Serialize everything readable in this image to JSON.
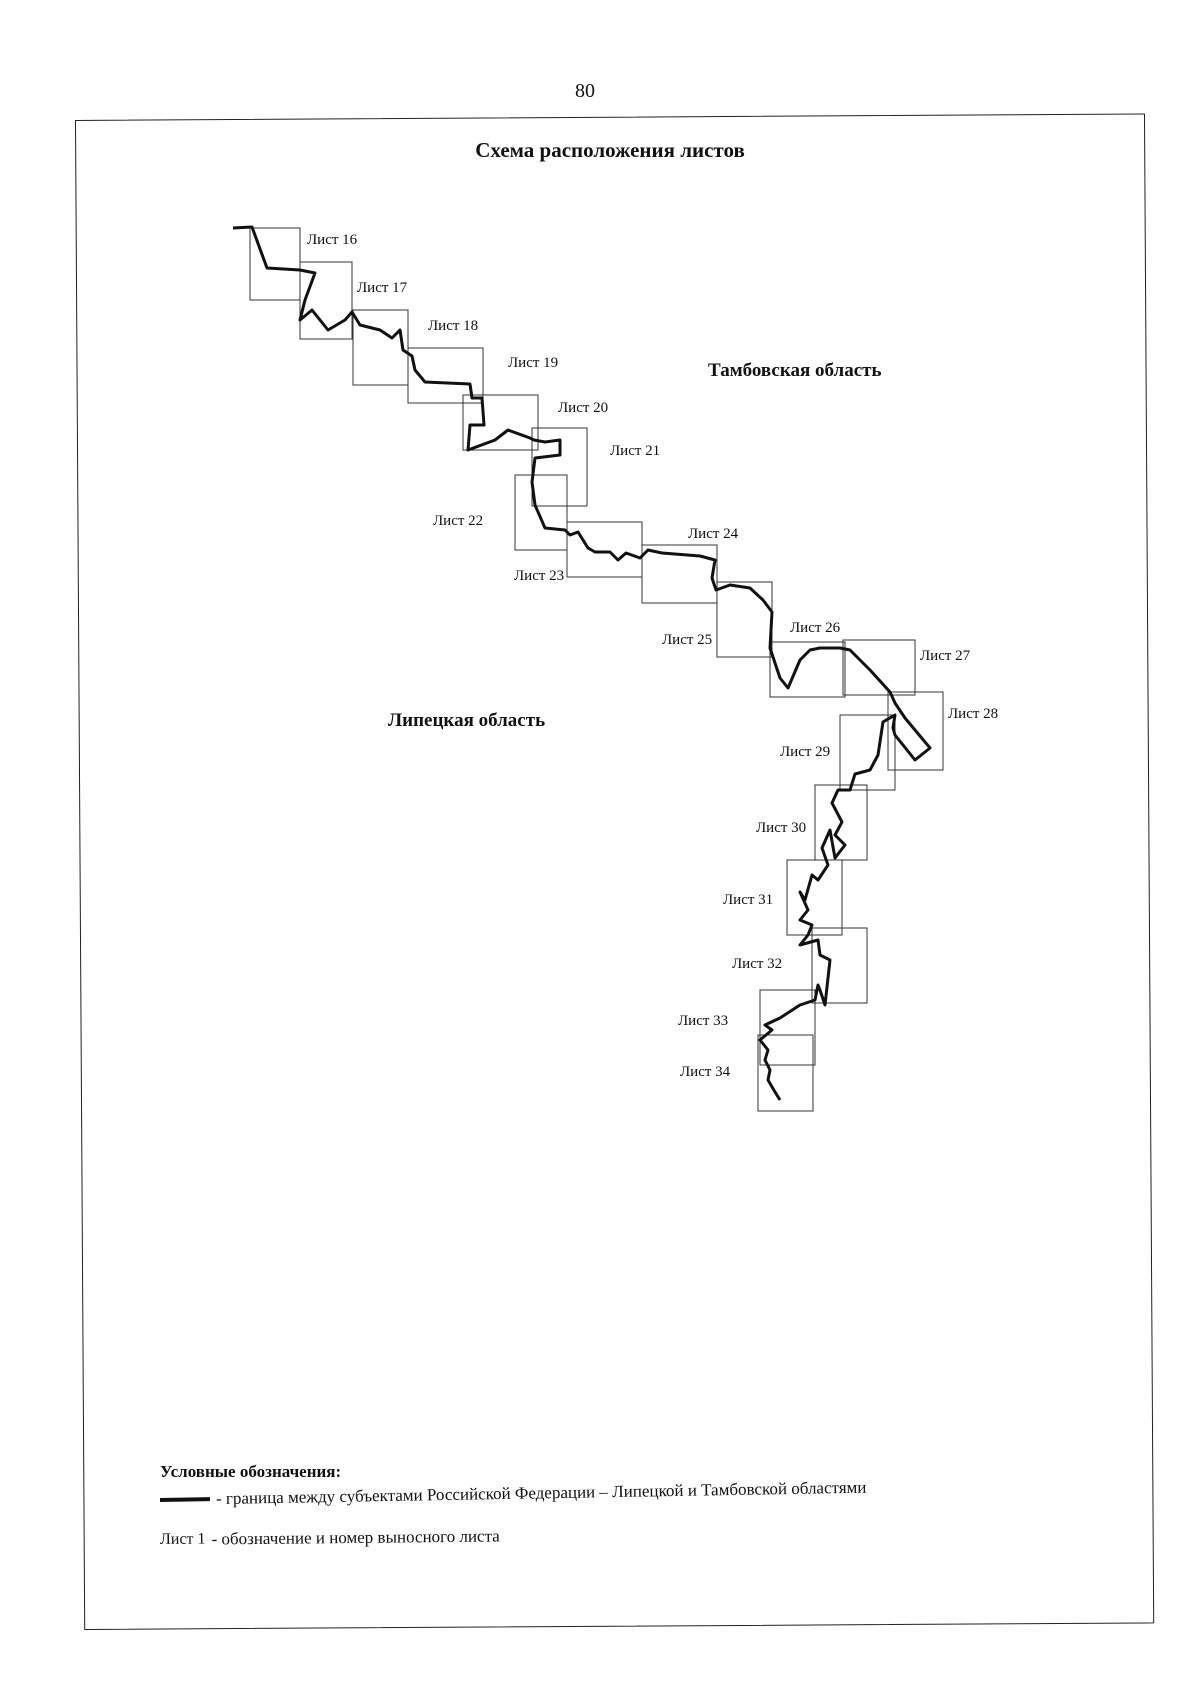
{
  "page_number": "80",
  "title": "Схема расположения листов",
  "regions": {
    "tambov": "Тамбовская область",
    "lipetsk": "Липецкая область"
  },
  "sheets": [
    {
      "label": "Лист 16"
    },
    {
      "label": "Лист 17"
    },
    {
      "label": "Лист 18"
    },
    {
      "label": "Лист 19"
    },
    {
      "label": "Лист 20"
    },
    {
      "label": "Лист 21"
    },
    {
      "label": "Лист 22"
    },
    {
      "label": "Лист 23"
    },
    {
      "label": "Лист 24"
    },
    {
      "label": "Лист 25"
    },
    {
      "label": "Лист 26"
    },
    {
      "label": "Лист 27"
    },
    {
      "label": "Лист 28"
    },
    {
      "label": "Лист 29"
    },
    {
      "label": "Лист 30"
    },
    {
      "label": "Лист 31"
    },
    {
      "label": "Лист 32"
    },
    {
      "label": "Лист 33"
    },
    {
      "label": "Лист 34"
    }
  ],
  "legend": {
    "title": "Условные обозначения:",
    "boundary_text": "- граница между субъектами Российской Федерации – Липецкой и Тамбовской областями",
    "sheet_sample": "Лист 1",
    "sheet_text": "- обозначение и номер выносного листа"
  }
}
